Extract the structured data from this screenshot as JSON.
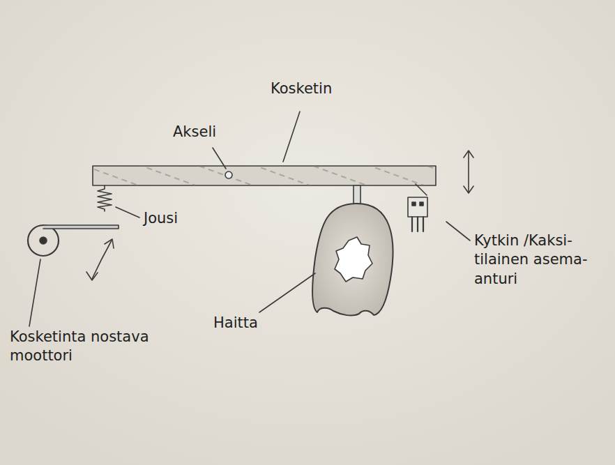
{
  "diagram": {
    "labels": [
      "Akseli",
      "Kosketin",
      "Jousi",
      "Haitta",
      "Kytkin /Kaksi- tilainen asema- anturi",
      "Kosketinta nostava moottori"
    ]
  }
}
